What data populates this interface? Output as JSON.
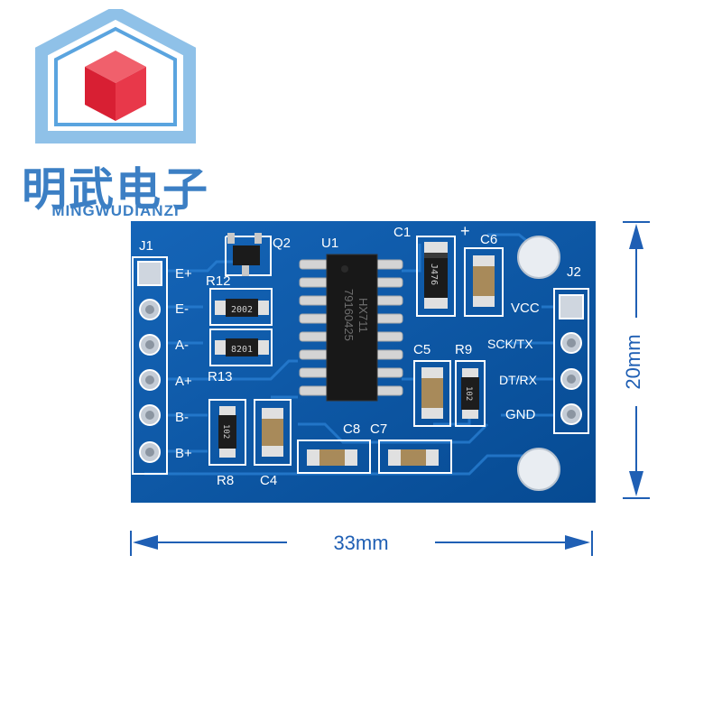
{
  "brand": {
    "name_cn": "明武电子",
    "name_en": "MINGWUDIANZI",
    "colors": {
      "brand_blue": "#3c7fc4",
      "logo_red": "#e0253a"
    }
  },
  "board": {
    "pcb_color": "#0b5aa6",
    "chip_marking_line1": "HX711",
    "chip_marking_line2": "79160425",
    "labels": {
      "j1": "J1",
      "j2": "J2",
      "q2": "Q2",
      "u1": "U1",
      "c1": "C1",
      "c6": "C6",
      "c6_polarity": "+",
      "c5": "C5",
      "r9": "R9",
      "c8": "C8",
      "c7": "C7",
      "r12": "R12",
      "r13": "R13",
      "r8": "R8",
      "c4": "C4"
    },
    "j1_pins": [
      "E+",
      "E-",
      "A-",
      "A+",
      "B-",
      "B+"
    ],
    "j2_pins": [
      "VCC",
      "SCK/TX",
      "DT/RX",
      "GND"
    ],
    "component_codes": {
      "r12": "2002",
      "r13": "8201",
      "r9": "102",
      "r8": "102",
      "c1": "J476"
    }
  },
  "dimensions": {
    "width": "33mm",
    "height": "20mm",
    "line_color": "#1f5fb4"
  }
}
